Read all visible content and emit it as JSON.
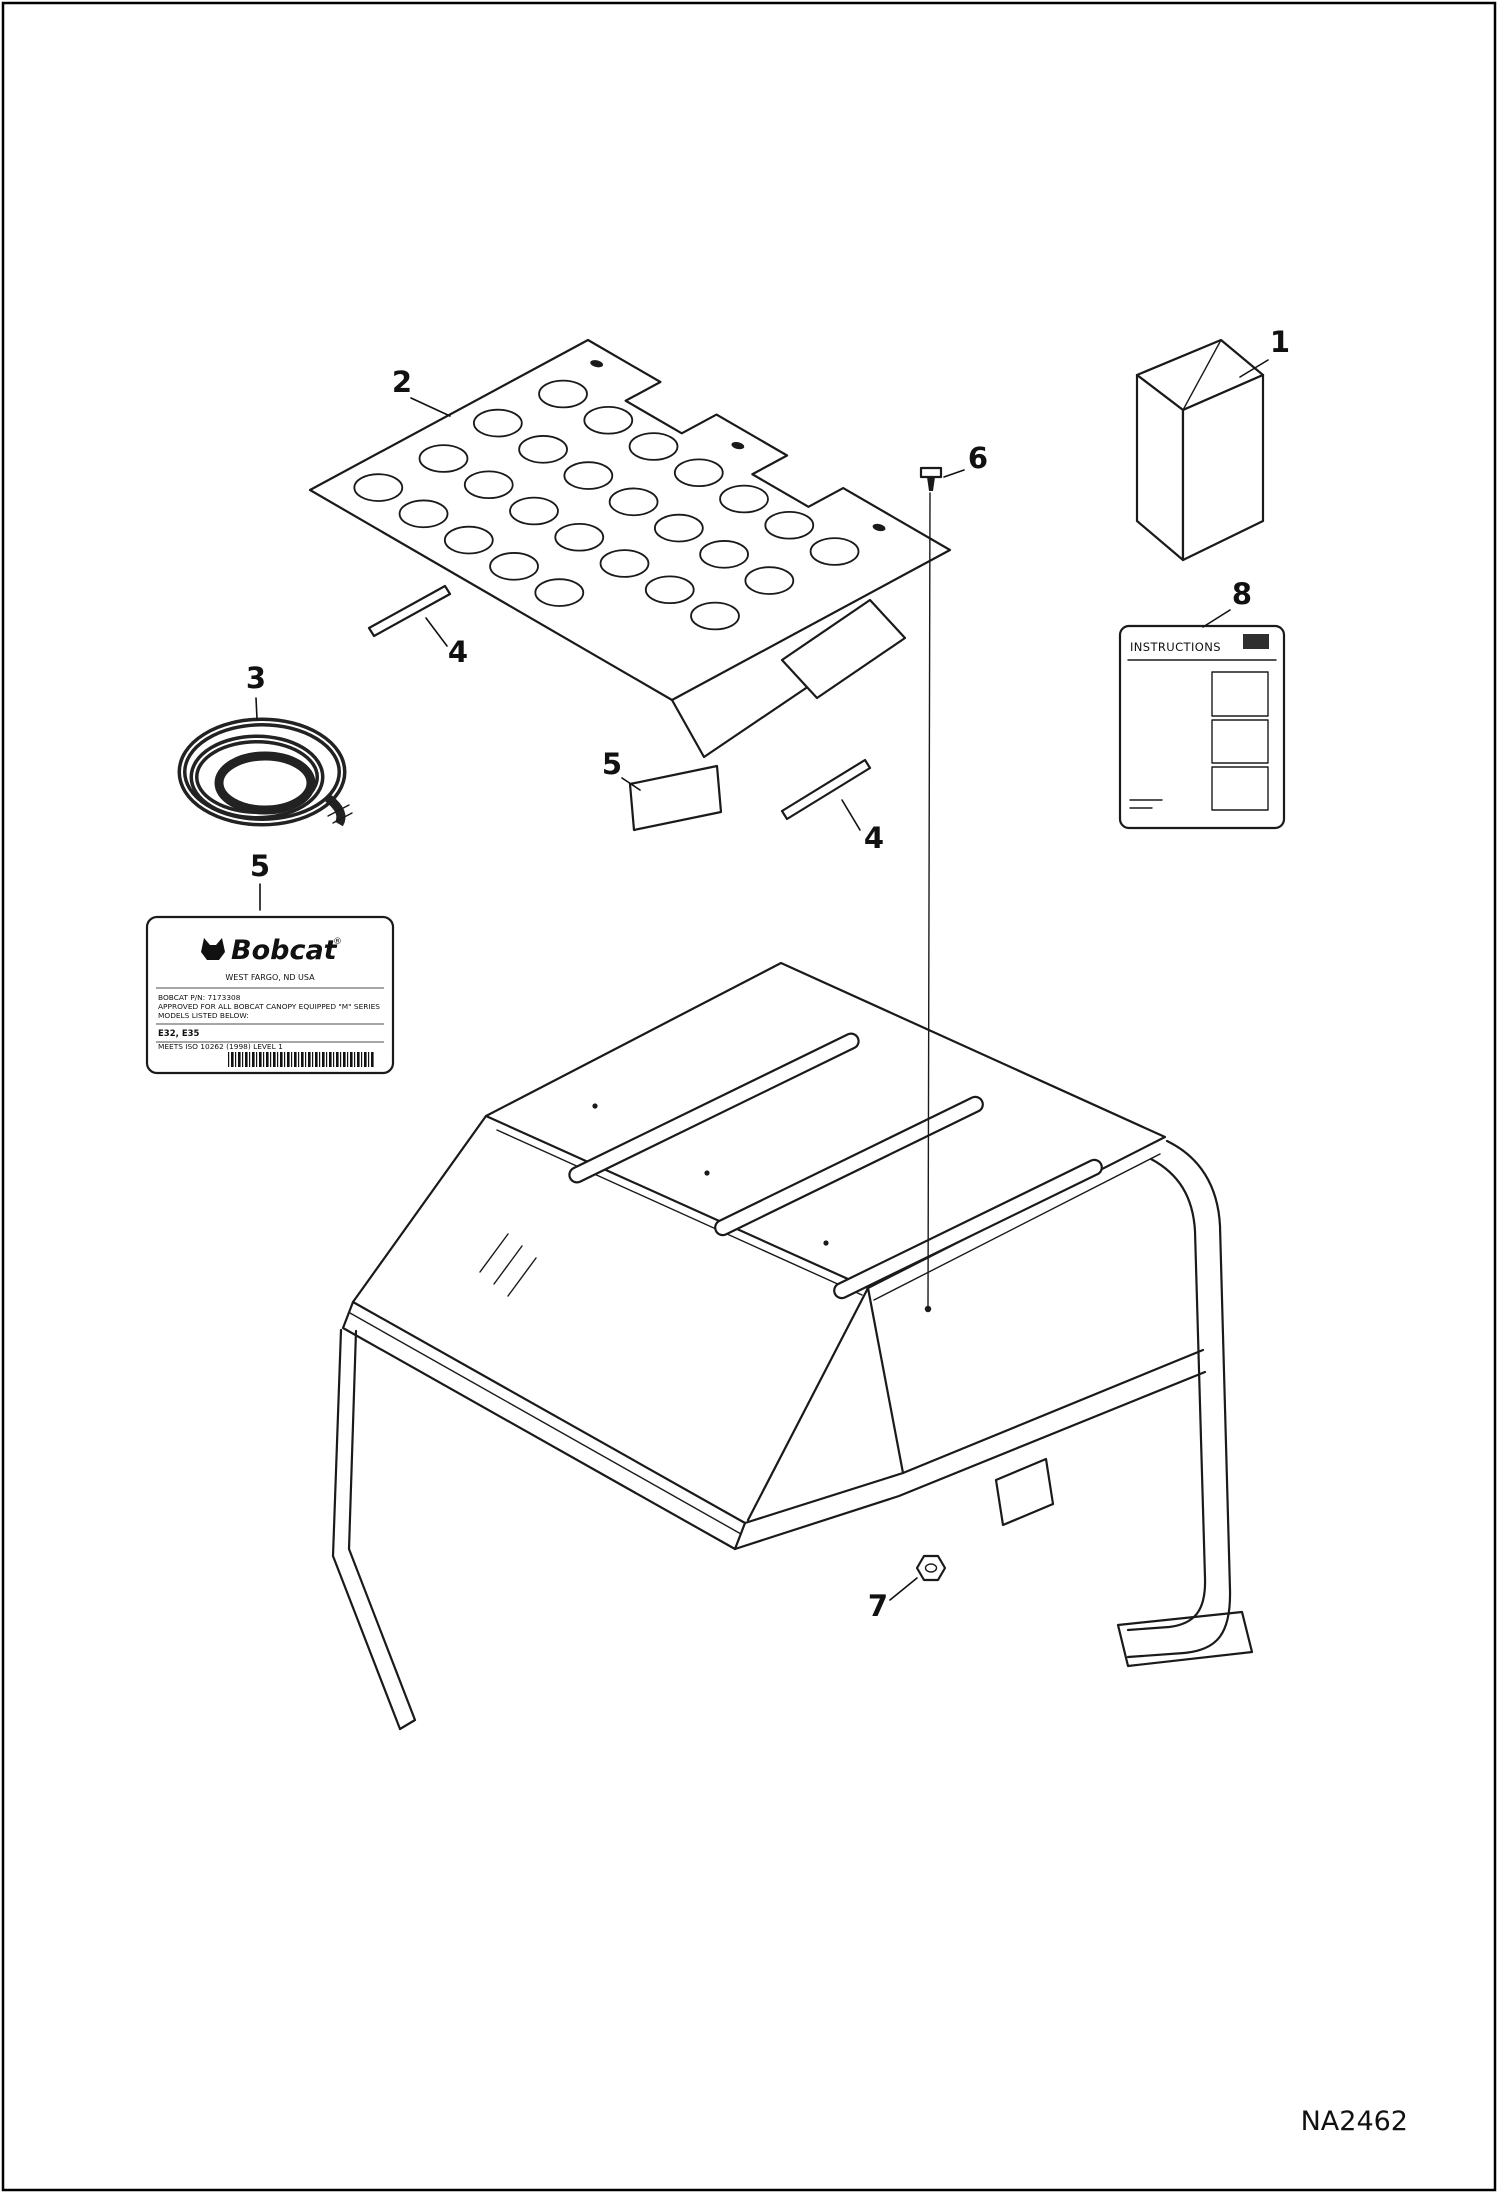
{
  "page": {
    "drawing_number": "NA2462"
  },
  "callouts": [
    "1",
    "2",
    "3",
    "4",
    "4",
    "5",
    "5",
    "6",
    "7",
    "8"
  ],
  "instruction_sheet": {
    "title": "INSTRUCTIONS"
  },
  "bobcat_label": {
    "brand": "Bobcat",
    "registered_mark": "®",
    "address": "WEST FARGO, ND USA",
    "part_number_line": "BOBCAT P/N: 7173308",
    "approved_line_1": "APPROVED FOR ALL BOBCAT CANOPY EQUIPPED \"M\" SERIES",
    "approved_line_2": "MODELS LISTED BELOW:",
    "models": "E32, E35",
    "iso_line": "MEETS ISO 10262 (1998) LEVEL 1"
  }
}
